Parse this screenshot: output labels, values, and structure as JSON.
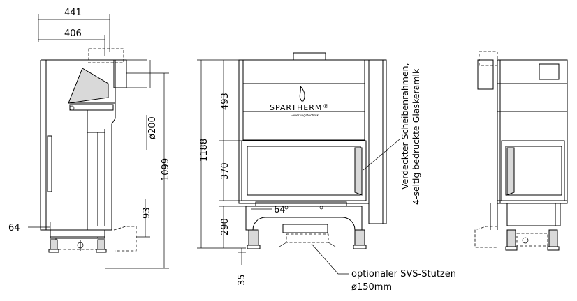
{
  "brand": {
    "name": "SPARTHERM",
    "registered": "®",
    "tagline": "Feuerungstechnik"
  },
  "dimensions": {
    "d441": "441",
    "d406": "406",
    "d200": "ø200",
    "d1099": "1099",
    "d93": "93",
    "d64_side": "64",
    "d1188": "1188",
    "d493": "493",
    "d370": "370",
    "d290": "290",
    "d35": "35",
    "d64_front": "64"
  },
  "annotations": {
    "glass_line1": "Verdeckter Scheibenrahmen,",
    "glass_line2": "4-seitig bedruckte Glaskeramik",
    "svs_line1": "optionaler SVS-Stutzen",
    "svs_line2": "ø150mm"
  }
}
